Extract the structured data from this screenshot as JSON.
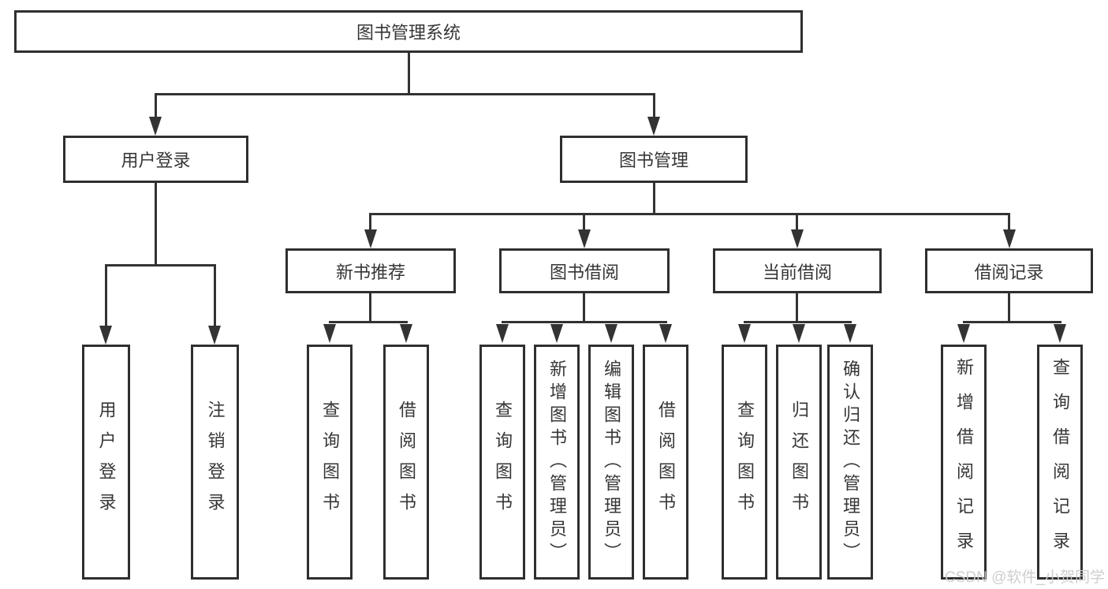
{
  "tree": {
    "root": {
      "label": "图书管理系统",
      "children": [
        {
          "label": "用户登录",
          "children": [
            {
              "label": "用户登录"
            },
            {
              "label": "注销登录"
            }
          ]
        },
        {
          "label": "图书管理",
          "children": [
            {
              "label": "新书推荐",
              "children": [
                {
                  "label": "查询图书"
                },
                {
                  "label": "借阅图书"
                }
              ]
            },
            {
              "label": "图书借阅",
              "children": [
                {
                  "label": "查询图书"
                },
                {
                  "label": "新增图书（管理员）"
                },
                {
                  "label": "编辑图书（管理员）"
                },
                {
                  "label": "借阅图书"
                }
              ]
            },
            {
              "label": "当前借阅",
              "children": [
                {
                  "label": "查询图书"
                },
                {
                  "label": "归还图书"
                },
                {
                  "label": "确认归还（管理员）"
                }
              ]
            },
            {
              "label": "借阅记录",
              "children": [
                {
                  "label": "新增借阅记录"
                },
                {
                  "label": "查询借阅记录"
                }
              ]
            }
          ]
        }
      ]
    }
  },
  "watermark": {
    "text": "CSDN @软件_小贺同学",
    "color": "#cbcbcb"
  },
  "colors": {
    "line": "#333333",
    "box_border": "#2f2f2f",
    "text": "#363636",
    "background": "#ffffff"
  }
}
